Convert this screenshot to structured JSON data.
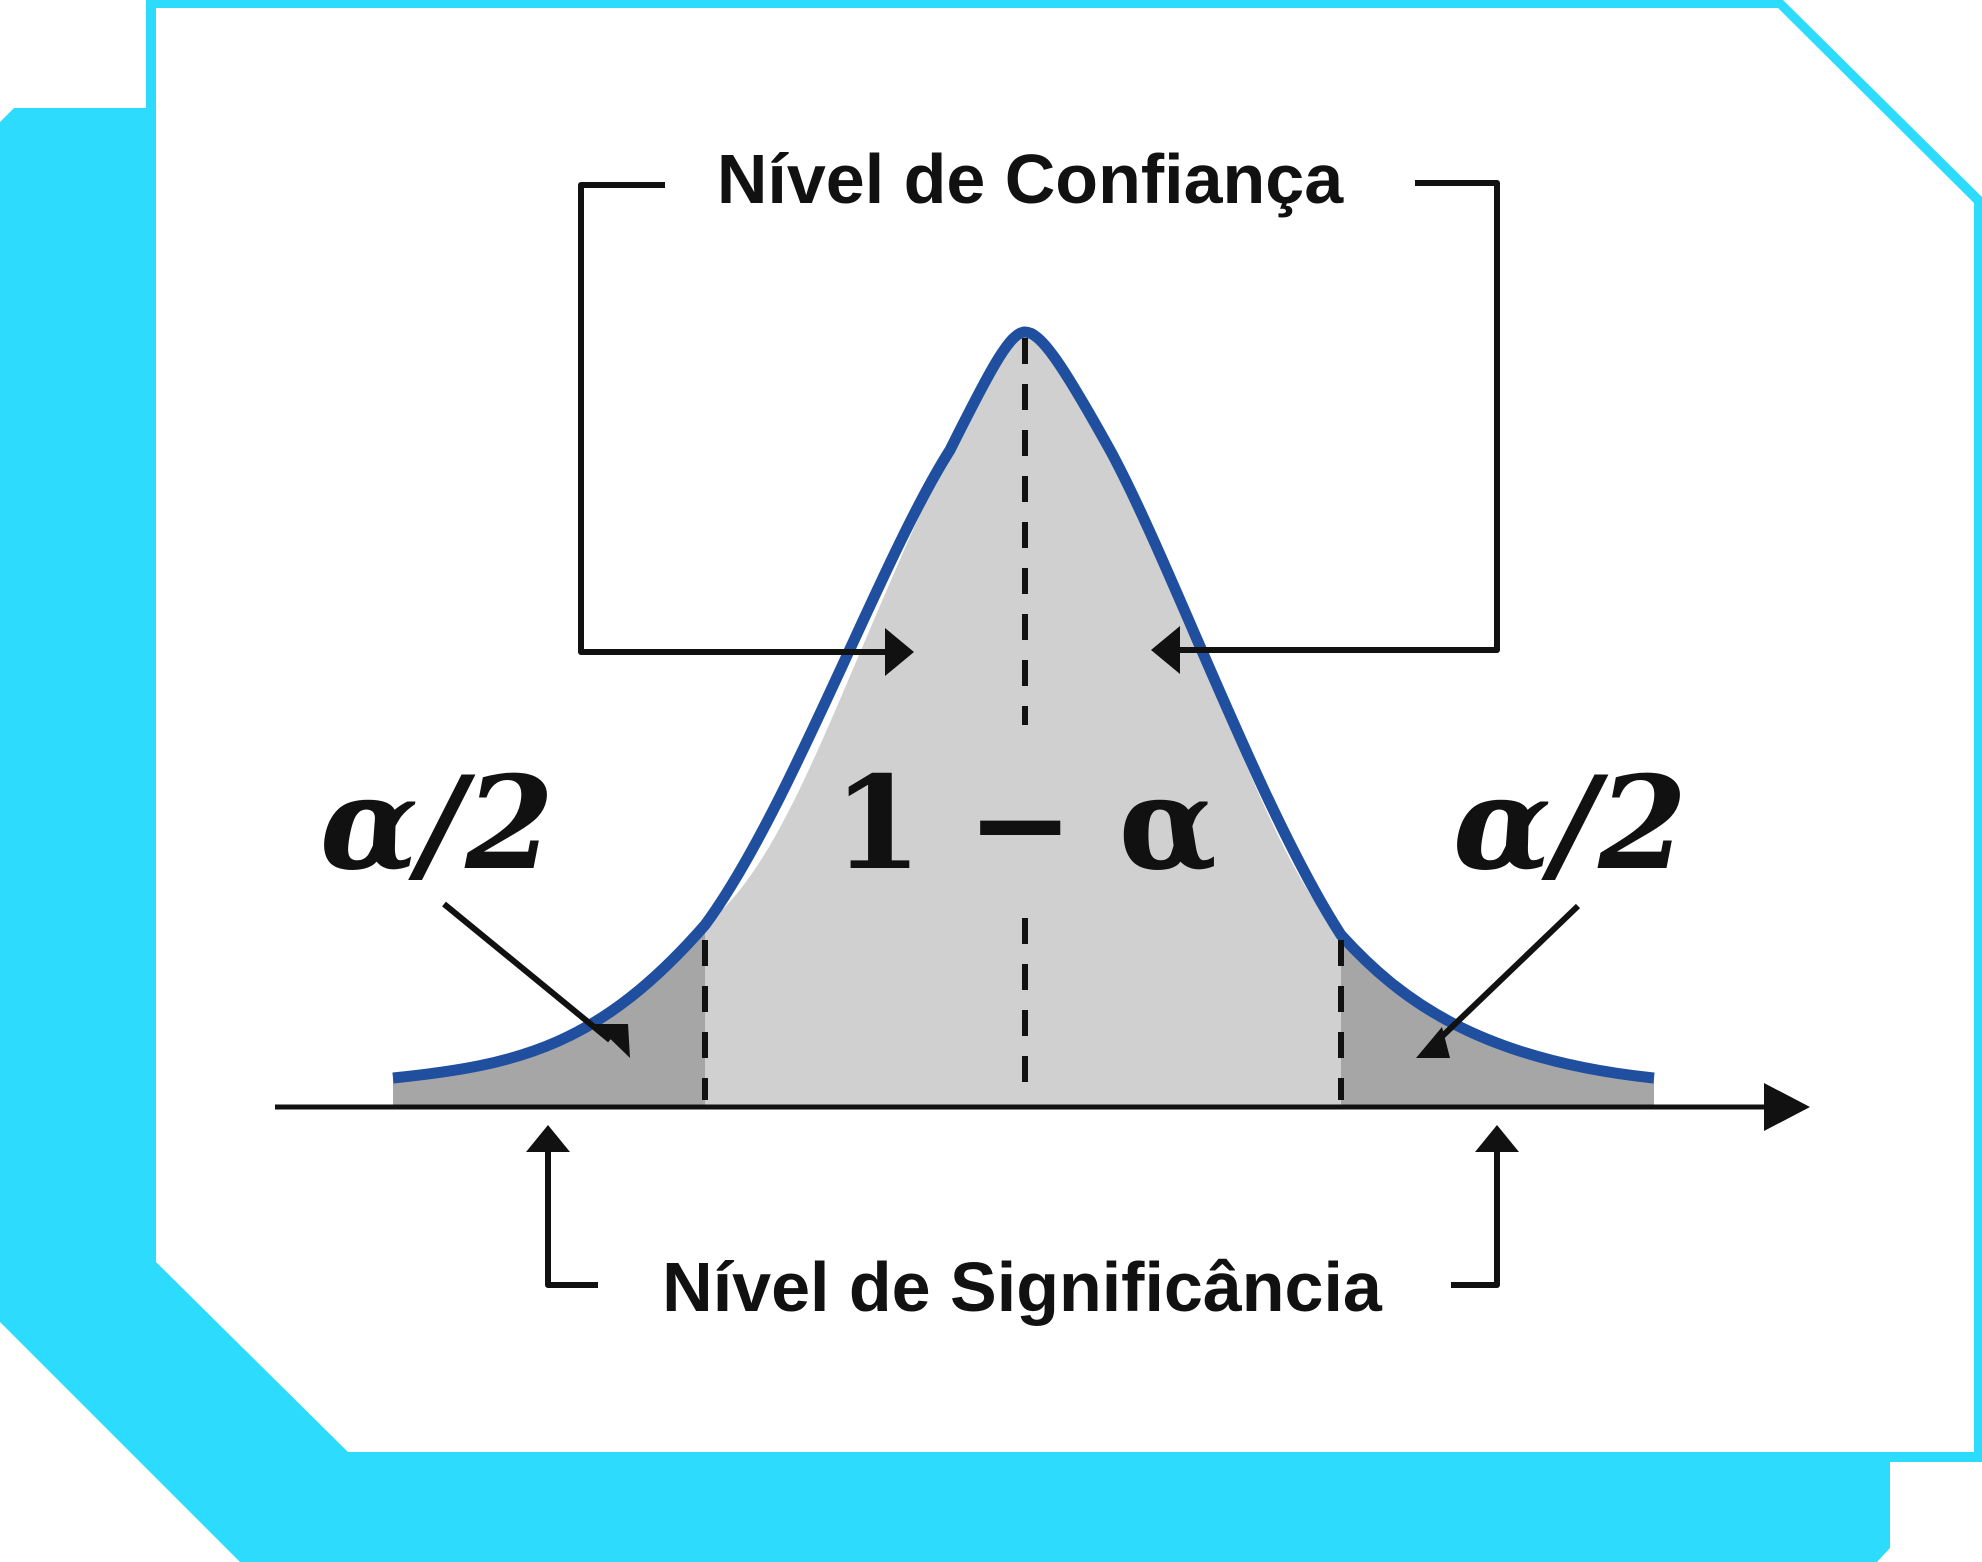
{
  "colors": {
    "frame_cyan": "#2ddcfd",
    "card_fill": "#ffffff",
    "curve_stroke": "#1f4f9e",
    "center_fill": "#d1d0d1",
    "tail_fill": "#a6a6a6",
    "ink": "#111111"
  },
  "labels": {
    "confidence": "Nível de Confiança",
    "significance": "Nível de Significância"
  },
  "math": {
    "center": "1 − α",
    "left_tail": "α/2",
    "right_tail": "α/2"
  },
  "icons": {
    "axis_arrow": "arrow-right-icon",
    "bracket_arrows": "arrow-icon"
  }
}
